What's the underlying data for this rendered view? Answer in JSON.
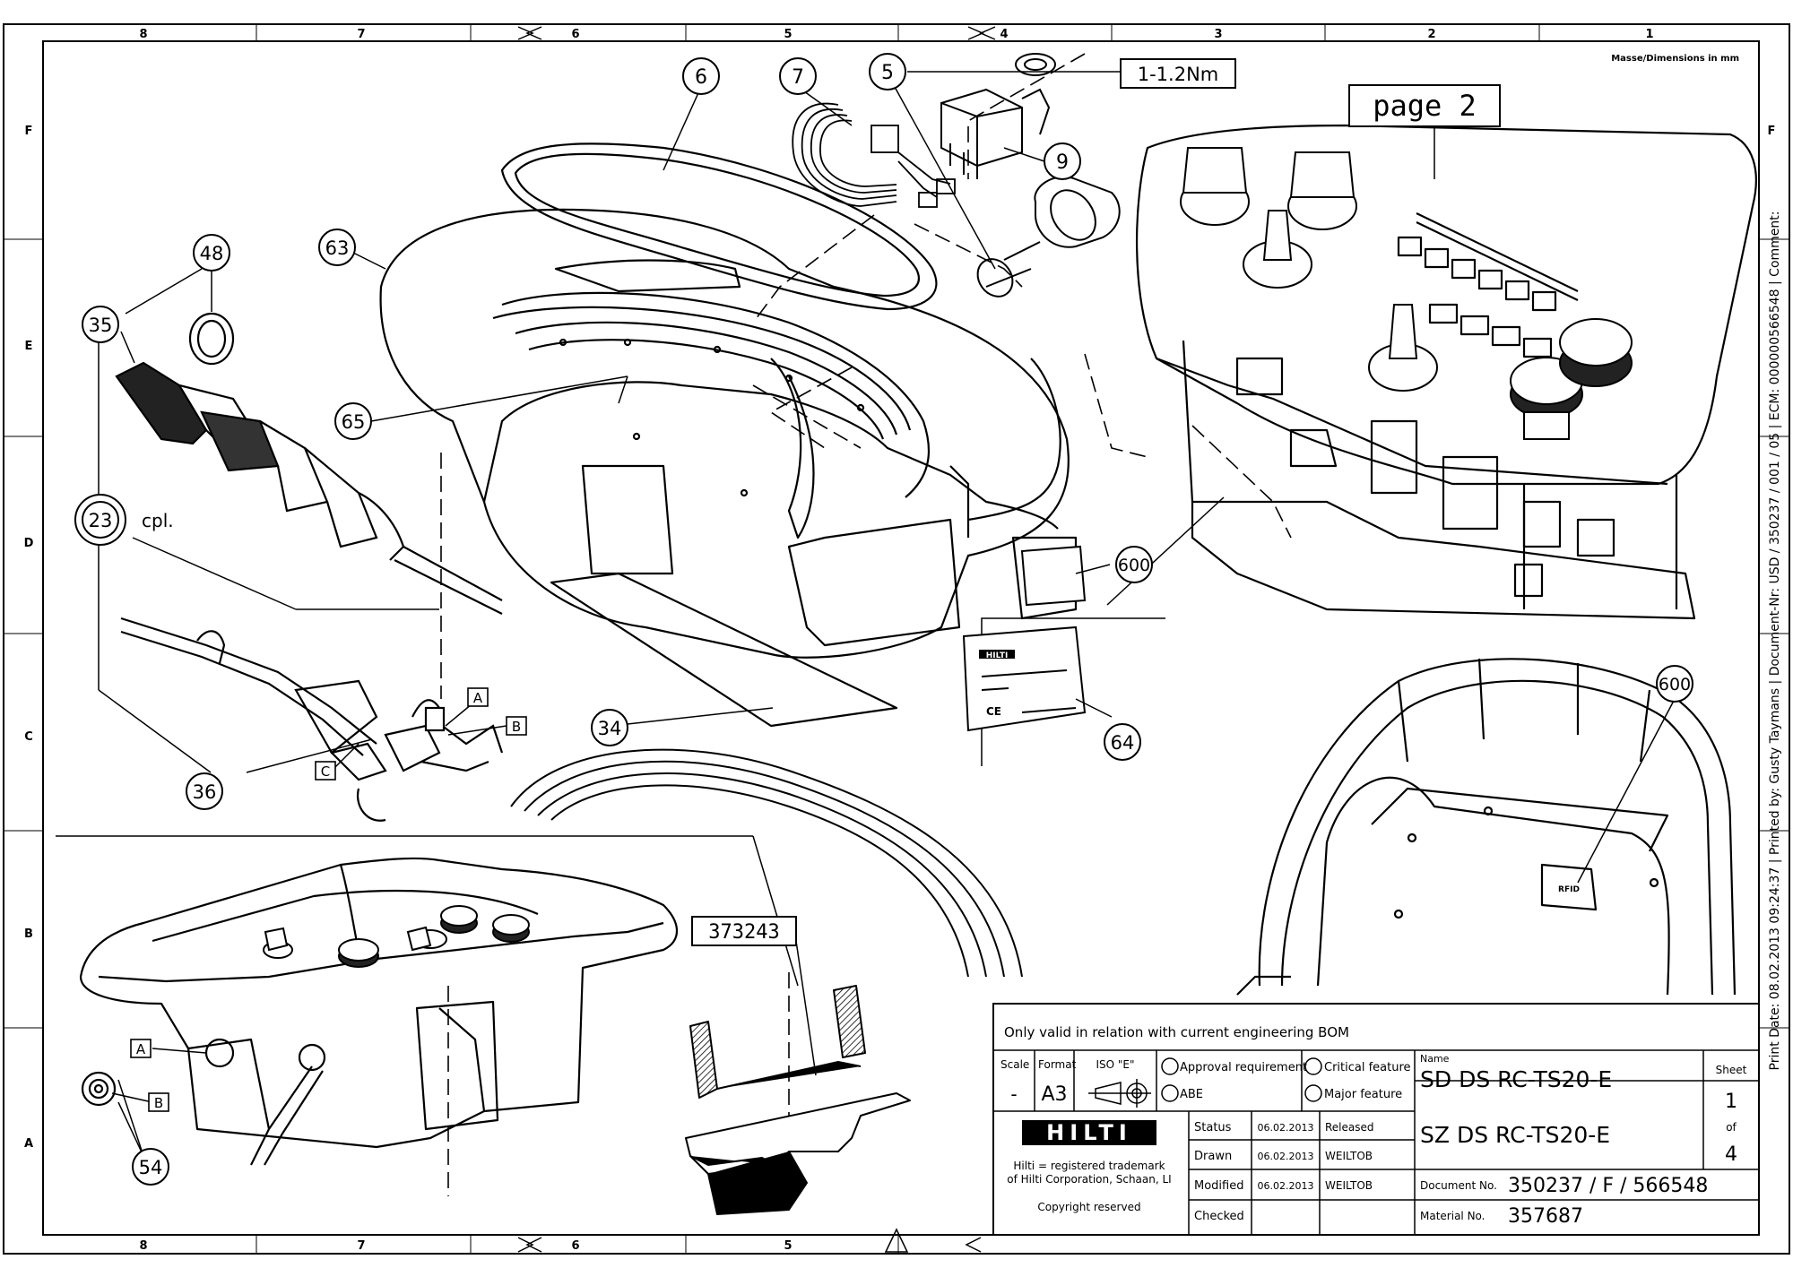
{
  "frame": {
    "col_labels": [
      "8",
      "7",
      "6",
      "5",
      "4",
      "3",
      "2",
      "1"
    ],
    "row_labels": [
      "F",
      "E",
      "D",
      "C",
      "B",
      "A"
    ],
    "bottom_col_labels": [
      "8",
      "7",
      "6",
      "5"
    ],
    "dimensions_note": "Masse/Dimensions in mm",
    "side_note": "Print Date: 08.02.2013 09:24:37 | Printed by: Gusty Taymans | Document-Nr: USD / 350237 / 001 / 05 | ECM: 000000566548 | Comment:"
  },
  "callouts": {
    "c6": "6",
    "c7": "7",
    "c5": "5",
    "c9": "9",
    "c63": "63",
    "c48": "48",
    "c35": "35",
    "c65": "65",
    "c23": "23",
    "c23_suffix": "cpl.",
    "c600a": "600",
    "c600b": "600",
    "c34": "34",
    "c64": "64",
    "c36": "36",
    "c54": "54"
  },
  "boxed_labels": {
    "torque": "1-1.2Nm",
    "page_ref": "page 2",
    "part_number": "373243",
    "letter_a1": "A",
    "letter_b1": "B",
    "letter_c1": "C",
    "letter_a2": "A",
    "letter_b2": "B"
  },
  "parts": {
    "label_brand": "HILTI",
    "rfid_label": "RFID",
    "ce_mark": "CE"
  },
  "title_block": {
    "validity_note": "Only valid in relation with current engineering BOM",
    "scale_label": "Scale",
    "scale_value": "-",
    "format_label": "Format",
    "format_value": "A3",
    "iso_label": "ISO \"E\"",
    "approval_requirement": "Approval requirement",
    "abe": "ABE",
    "critical_feature": "Critical feature",
    "major_feature": "Major feature",
    "name_label": "Name",
    "name_line1": "SD DS RC-TS20-E",
    "name_line2": "SZ DS RC-TS20-E",
    "sheet_label": "Sheet",
    "sheet_number": "1",
    "sheet_of": "of",
    "sheet_total": "4",
    "brand": "HILTI",
    "trademark_line1": "Hilti = registered trademark",
    "trademark_line2": "of Hilti Corporation, Schaan, LI",
    "copyright": "Copyright reserved",
    "rows": [
      {
        "label": "Status",
        "date": "06.02.2013",
        "value": "Released"
      },
      {
        "label": "Drawn",
        "date": "06.02.2013",
        "value": "WEILTOB"
      },
      {
        "label": "Modified",
        "date": "06.02.2013",
        "value": "WEILTOB"
      },
      {
        "label": "Checked",
        "date": "",
        "value": ""
      }
    ],
    "document_no_label": "Document No.",
    "document_no": "350237 / F / 566548",
    "material_no_label": "Material No.",
    "material_no": "357687"
  }
}
